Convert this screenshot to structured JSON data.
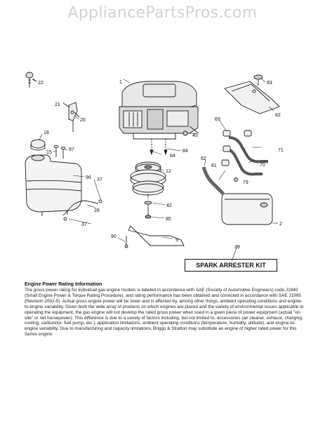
{
  "watermark": "AppliancePartsPros.com",
  "callouts": {
    "c1": "1",
    "c2": "2",
    "c9": "9",
    "c12": "12",
    "c15": "15",
    "c18": "18",
    "c20": "20",
    "c21": "21",
    "c22": "22",
    "c28": "28",
    "c29": "29",
    "c37a": "37",
    "c37b": "37",
    "c42": "42",
    "c45": "45",
    "c62": "62",
    "c69": "69",
    "c70": "70",
    "c71": "71",
    "c79": "79",
    "c81": "81",
    "c82": "82",
    "c83": "83",
    "c84a": "84",
    "c84b": "84",
    "c85": "85",
    "c90": "90",
    "c96": "96",
    "c97": "97"
  },
  "kit_label": "SPARK ARRESTER KIT",
  "notes": {
    "title": "Engine Power Rating Information",
    "body": "The gross power rating for individual gas engine models is labeled in accordance with SAE (Society of Automotive Engineers) code J1940 (Small Engine Power & Torque Rating Procedure), and rating performance has been obtained and corrected in accordance with SAE J1995 (Revision 2002-5). Actual gross engine power will be lower and is affected by, among other things, ambient operating conditions and engine-to-engine variability. Given both the wide array of products on which engines are placed and the variety of environmental issues applicable to operating the equipment, the gas engine will not develop the rated gross power when used in a given piece of power equipment (actual \"on-site\" or net horsepower). This difference is due to a variety of factors including, but not limited to, accessories (air cleaner, exhaust, charging, cooling, carburetor, fuel pump, etc.), application limitations, ambient operating conditions (temperature, humidity, altitude), and engine-to-engine variability. Due to manufacturing and capacity limitations, Briggs & Stratton may substitute an engine of higher rated power for this Series engine."
  }
}
